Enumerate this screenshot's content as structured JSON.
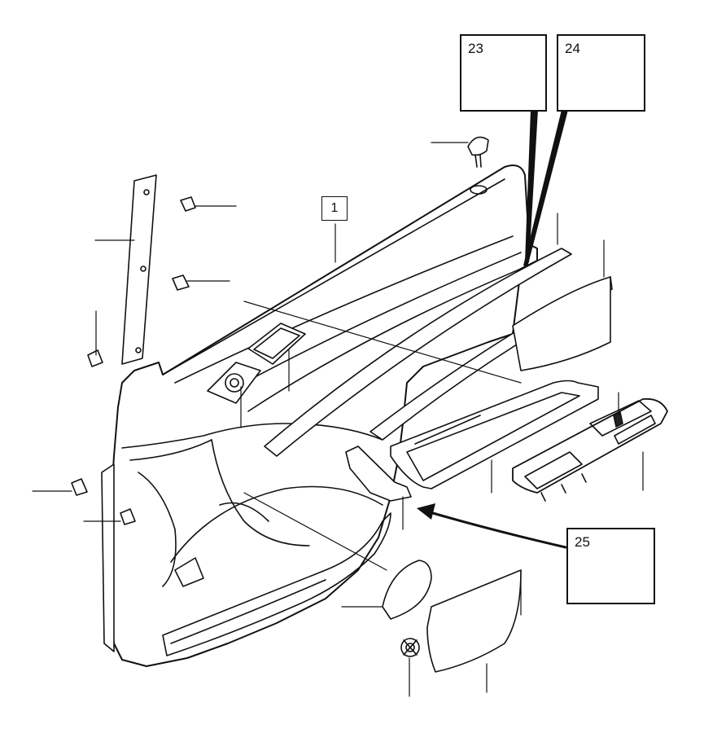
{
  "diagram": {
    "callouts": [
      {
        "id": "c23",
        "number": "23"
      },
      {
        "id": "c24",
        "number": "24"
      },
      {
        "id": "c25",
        "number": "25"
      }
    ],
    "part_ref": {
      "number": "1"
    },
    "colors": {
      "stroke": "#111111",
      "fill": "#ffffff",
      "shade": "#f0f0f0",
      "dark": "#222222"
    }
  }
}
